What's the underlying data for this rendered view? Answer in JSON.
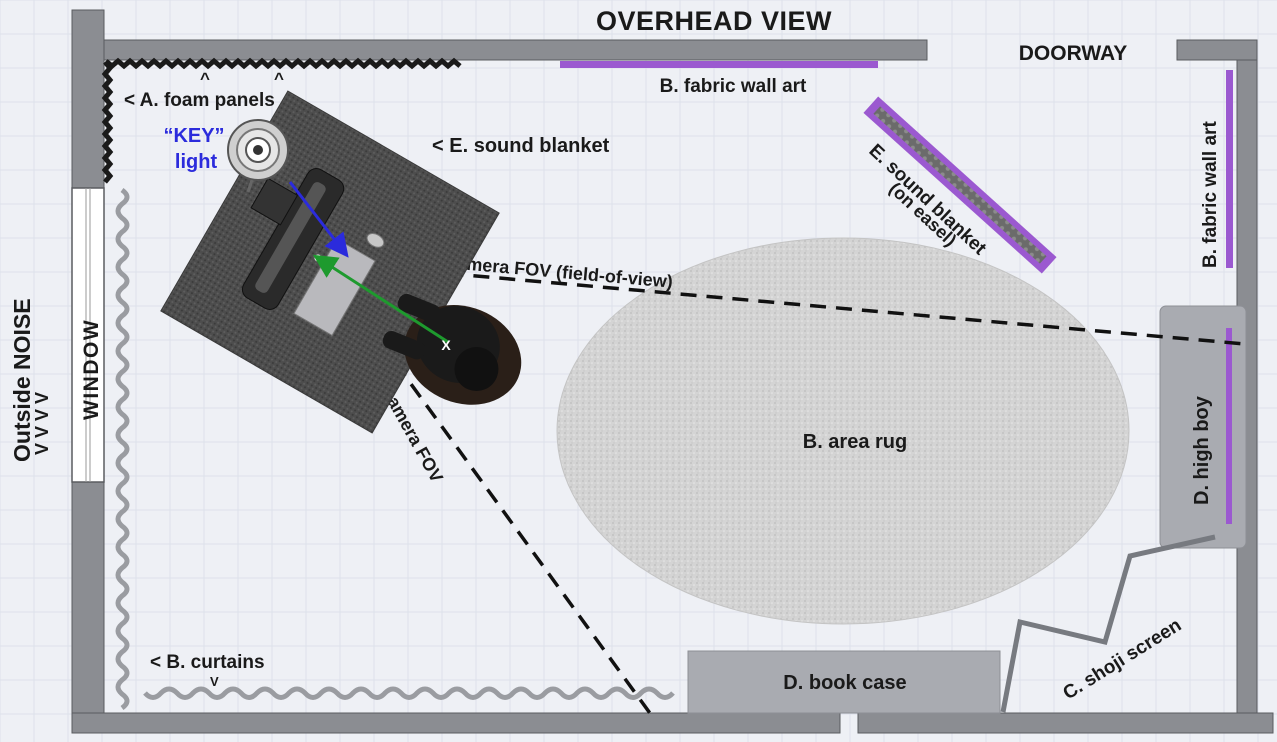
{
  "title": "OVERHEAD VIEW",
  "doorway": "DOORWAY",
  "outside": {
    "line1": "Outside NOISE",
    "arrows": "V  V  V  V"
  },
  "window": "WINDOW",
  "labels": {
    "foam_panels": "< A. foam panels",
    "foam_carets": "^",
    "fabric_art_top": "B. fabric wall art",
    "fabric_art_right": "B. fabric wall art",
    "sound_blanket": "< E. sound blanket",
    "sound_blanket_easel_1": "E. sound blanket",
    "sound_blanket_easel_2": "(on easel)",
    "key_light_1": "“KEY”",
    "key_light_2": "light",
    "camera_fov_main": "camera FOV (field-of-view)",
    "camera_fov_2": "camera FOV",
    "area_rug": "B. area rug",
    "high_boy": "D. high boy",
    "book_case": "D. book case",
    "shoji_screen": "C. shoji screen",
    "curtains": "<  B. curtains",
    "curtains_caret": "V",
    "person_mark": "X"
  },
  "colors": {
    "wall": "#8b8d92",
    "wall_outline": "#5a5c60",
    "purple": "#9b59d0",
    "rug": "#d6d6d6",
    "blanket": "#4a4a4a",
    "key_text": "#2b2bdc",
    "key_arrow": "#2b2bdc",
    "camera_arrow": "#1e9a2e",
    "furniture": "#a9abb1"
  },
  "icons": {
    "key_light": "spotlight-icon",
    "camera": "camera-icon",
    "person": "person-icon"
  }
}
